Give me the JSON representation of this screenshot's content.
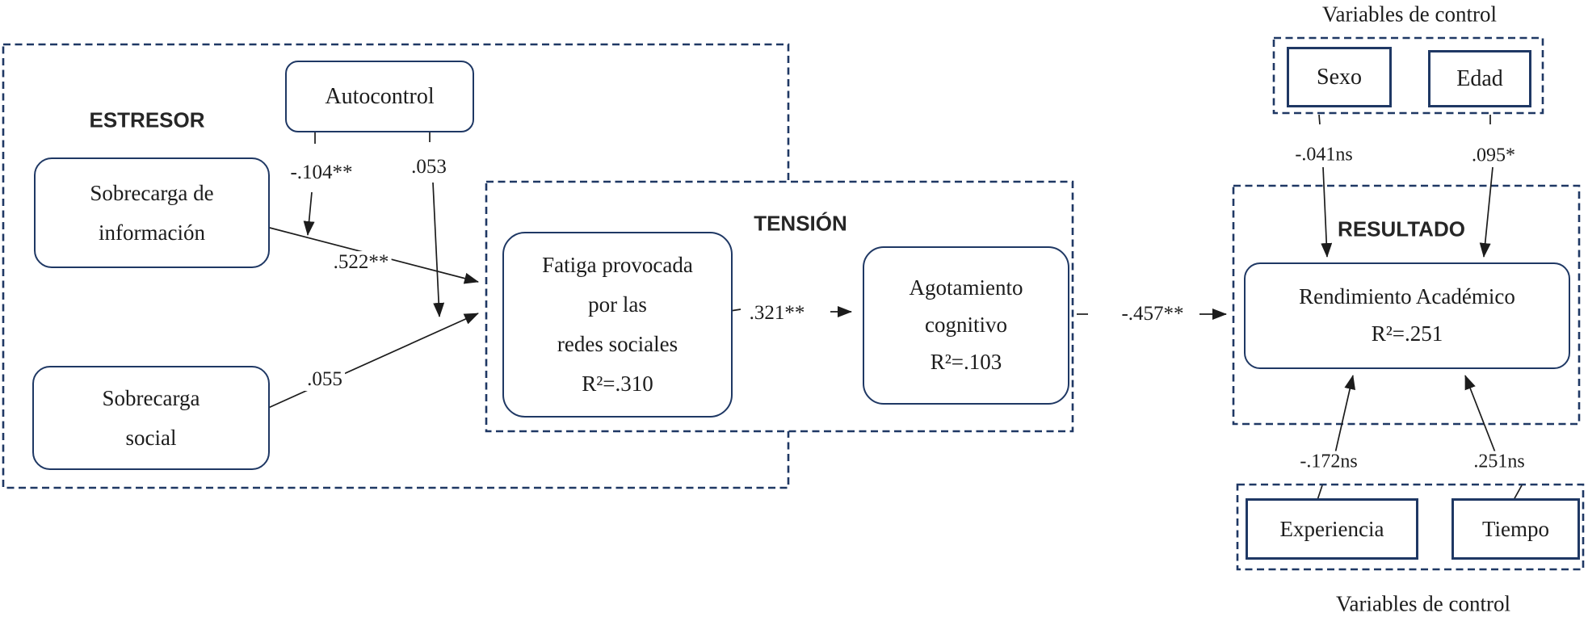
{
  "groups": {
    "estresor": {
      "label": "ESTRESOR"
    },
    "tension": {
      "label": "TENSIÓN"
    },
    "resultado": {
      "label": "RESULTADO"
    },
    "control_top": {
      "label": "Variables de control"
    },
    "control_bottom": {
      "label": "Variables de control"
    }
  },
  "nodes": {
    "autocontrol": {
      "lines": [
        "Autocontrol"
      ]
    },
    "sobrecarga_informacion": {
      "lines": [
        "Sobrecarga de",
        "información"
      ]
    },
    "sobrecarga_social": {
      "lines": [
        "Sobrecarga",
        "social"
      ]
    },
    "fatiga_redes_sociales": {
      "lines": [
        "Fatiga provocada",
        "por las",
        "redes sociales",
        "R²=.310"
      ]
    },
    "agotamiento_cognitivo": {
      "lines": [
        "Agotamiento",
        "cognitivo",
        "R²=.103"
      ]
    },
    "rendimiento_academico": {
      "lines": [
        "Rendimiento Académico",
        "R²=.251"
      ]
    },
    "sexo": {
      "label": "Sexo"
    },
    "edad": {
      "label": "Edad"
    },
    "experiencia": {
      "label": "Experiencia"
    },
    "tiempo": {
      "label": "Tiempo"
    }
  },
  "coefficients": {
    "autocontrol_x_informacion": "-.104**",
    "autocontrol_x_social": ".053",
    "informacion_to_fatiga": ".522**",
    "social_to_fatiga": ".055",
    "fatiga_to_agotamiento": ".321**",
    "agotamiento_to_rendimiento": "-.457**",
    "sexo_to_rendimiento": "-.041ns",
    "edad_to_rendimiento": ".095*",
    "experiencia_to_rendimiento": "-.172ns",
    "tiempo_to_rendimiento": ".251ns"
  },
  "colors": {
    "box_border": "#1f3864",
    "dashed_border": "#1f3864",
    "arrow": "#1c1c1c",
    "text": "#1c1c1c"
  }
}
